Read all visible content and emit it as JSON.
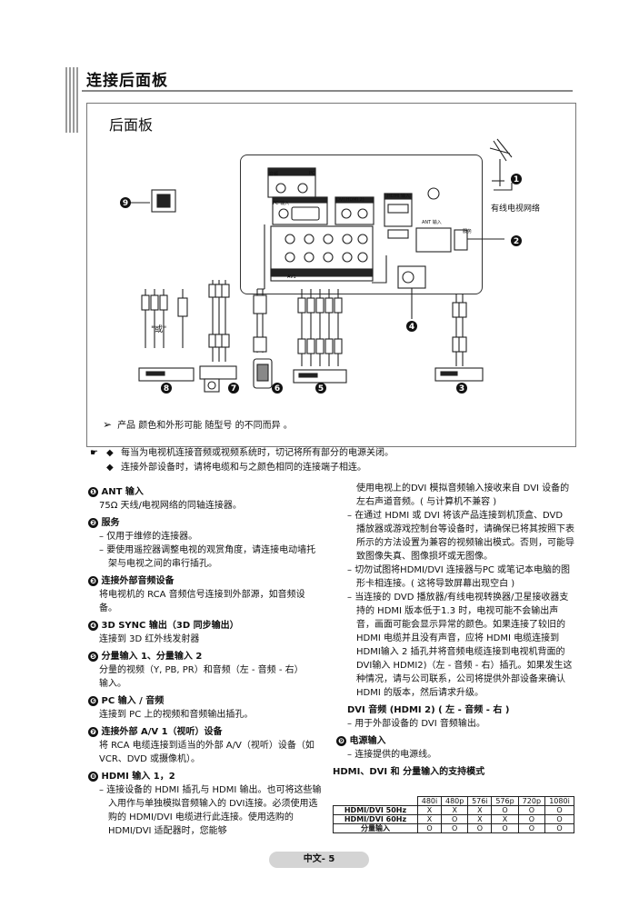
{
  "header": {
    "title": "连接后面板"
  },
  "panel": {
    "title": "后面板",
    "callouts": [
      "❶",
      "❷",
      "❸",
      "❹",
      "❺",
      "❻",
      "❼",
      "❽",
      "❾"
    ],
    "cable_network_label": "有线电视网络",
    "or_label": "\"或\"",
    "port_labels": {
      "audio": "音频",
      "pc": "PC",
      "dvi_hdmi2": "DVI(HDMI 2)",
      "hdmi_in": "HDMI 输入",
      "ant_in": "ANT 输入",
      "service": "服务",
      "av1": "AV1",
      "pc_in": "PC 输入"
    },
    "note": "产品 颜色和外形可能 随型号 的不同而异 。"
  },
  "bullets": [
    "每当为电视机连接音频或视频系统时，切记将所有部分的电源关闭。",
    "连接外部设备时，请将电缆和与之颜色相同的连接端子相连。"
  ],
  "left_column": [
    {
      "num": "❶",
      "title": "ANT 输入",
      "lines": [
        "75Ω 天线/电视网络的同轴连接器。"
      ]
    },
    {
      "num": "❷",
      "title": "服务",
      "dashes": [
        "仅用于维修的连接器。",
        "要使用遥控器调整电视的观赏角度，请连接电动墙托架与电视之间的串行插孔。"
      ]
    },
    {
      "num": "❸",
      "title": "连接外部音频设备",
      "lines": [
        "将电视机的 RCA 音频信号连接到外部源，如音频设备。"
      ]
    },
    {
      "num": "❹",
      "title": "3D SYNC 输出（3D 同步输出）",
      "lines": [
        "连接到 3D 红外线发射器"
      ]
    },
    {
      "num": "❺",
      "title": "分量输入 1、分量输入 2",
      "lines": [
        "分量的视频（Y, PB, PR）和音频（左 - 音频 - 右）",
        "输入。"
      ]
    },
    {
      "num": "❻",
      "title": "PC 输入 / 音频",
      "lines": [
        "连接到 PC 上的视频和音频输出插孔。"
      ]
    },
    {
      "num": "❼",
      "title": "连接外部 A/V 1（视听）设备",
      "lines": [
        "将 RCA 电缆连接到适当的外部 A/V（视听）设备（如 VCR、DVD 或摄像机）。"
      ]
    },
    {
      "num": "❽",
      "title": "HDMI 输入 1，2",
      "dashes": [
        "连接设备的 HDMI 插孔与 HDMI 输出。也可将这些输入用作与单独模拟音频输入的 DVI连接。必须使用选购的 HDMI/DVI 电缆进行此连接。使用选购的HDMI/DVI 适配器时，您能够"
      ]
    }
  ],
  "right_column": {
    "continued": "使用电视上的DVI 模拟音频输入接收来自 DVI 设备的左右声道音频。( 与计算机不兼容 )",
    "dashes": [
      "在通过 HDMI 或 DVI 将该产品连接到机顶盒、DVD 播放器或游戏控制台等设备时，请确保已将其按照下表所示的方法设置为兼容的视频输出模式。否则，可能导致图像失真、图像损坏或无图像。",
      "切勿试图将HDMI/DVI 连接器与PC 或笔记本电脑的图形卡相连接。( 这将导致屏幕出现空白 )",
      "当连接的 DVD 播放器/有线电视转换器/卫星接收器支持的 HDMI 版本低于1.3 时，电视可能不会输出声音，画面可能会显示异常的颜色。如果连接了较旧的 HDMI 电缆并且没有声音，应将 HDMI 电缆连接到HDMI输入 2 插孔并将音频电缆连接到电视机背面的 DVI输入 HDMI2)（左 - 音频 - 右）插孔。如果发生这种情况，请与公司联系，公司将提供外部设备来确认 HDMI 的版本，然后请求升级。"
    ],
    "dvi_title": "DVI 音频 (HDMI 2) ( 左 - 音频 - 右 )",
    "dvi_dash": "用于外部设备的 DVI 音频输出。",
    "power_num": "❾",
    "power_title": "电源输入",
    "power_dash": "连接提供的电源线。",
    "table_title": "HDMI、DVI 和 分量输入的支持模式",
    "table": {
      "headers": [
        "480i",
        "480p",
        "576i",
        "576p",
        "720p",
        "1080i"
      ],
      "rows": [
        {
          "label": "HDMI/DVI 50Hz",
          "values": [
            "X",
            "X",
            "X",
            "O",
            "O",
            "O"
          ]
        },
        {
          "label": "HDMI/DVI 60Hz",
          "values": [
            "X",
            "O",
            "X",
            "X",
            "O",
            "O"
          ]
        },
        {
          "label": "分量输入",
          "values": [
            "O",
            "O",
            "O",
            "O",
            "O",
            "O"
          ]
        }
      ]
    }
  },
  "footer": {
    "page": "中文- 5"
  }
}
